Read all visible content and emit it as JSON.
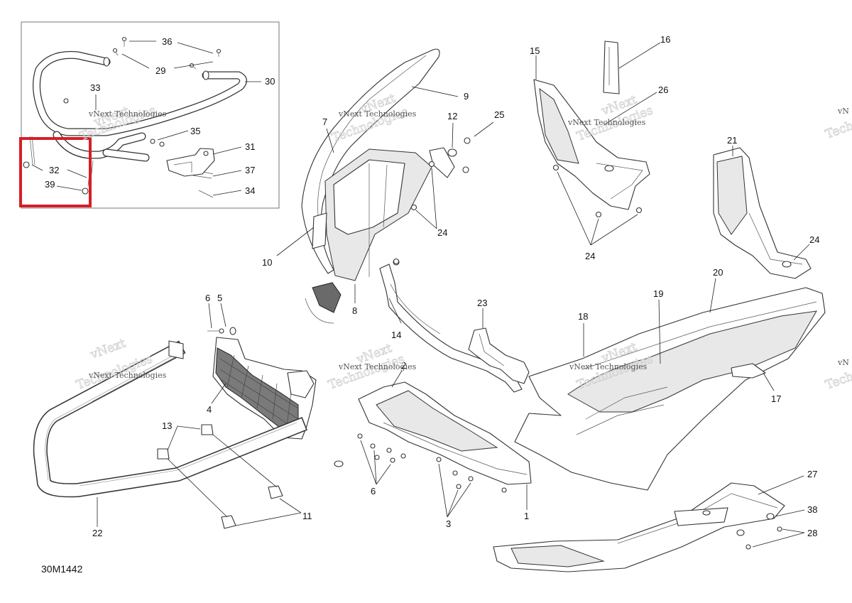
{
  "drawing_code": "30M1442",
  "watermark_text": "vNext Technologies",
  "watermark_big_1": "vNext",
  "watermark_big_2": "Technologies",
  "callouts": {
    "c36": "36",
    "c29": "29",
    "c30": "30",
    "c33": "33",
    "c35": "35",
    "c31": "31",
    "c37": "37",
    "c34": "34",
    "c32": "32",
    "c39": "39",
    "c7": "7",
    "c9": "9",
    "c12": "12",
    "c25": "25",
    "c10": "10",
    "c8": "8",
    "c24a": "24",
    "c14": "14",
    "c15": "15",
    "c16": "16",
    "c26": "26",
    "c24b": "24",
    "c21": "21",
    "c24c": "24",
    "c20": "20",
    "c19": "19",
    "c18": "18",
    "c17": "17",
    "c23": "23",
    "c6a": "6",
    "c5": "5",
    "c4": "4",
    "c13": "13",
    "c11": "11",
    "c22": "22",
    "c2": "2",
    "c6b": "6",
    "c3": "3",
    "c1": "1",
    "c27": "27",
    "c38": "38",
    "c28": "28"
  },
  "colors": {
    "highlight": "#d51f26",
    "line": "#333333",
    "watermark": "#555555"
  }
}
